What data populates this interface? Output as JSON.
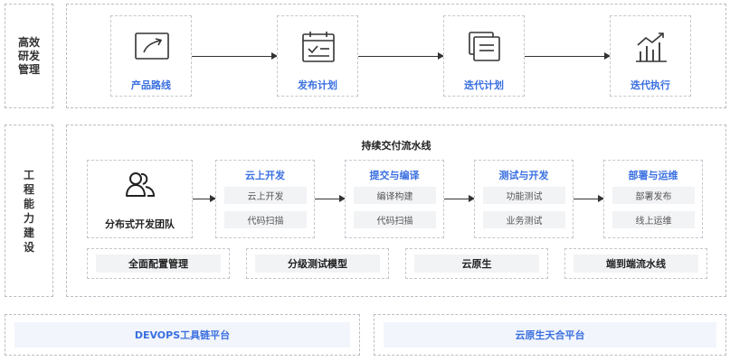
{
  "rows": {
    "efficient_dev": "高效研发管理",
    "engineering_capability": "工程能力建设"
  },
  "process": {
    "steps": [
      {
        "label": "产品路线",
        "icon": "trend-chart-icon"
      },
      {
        "label": "发布计划",
        "icon": "calendar-check-icon"
      },
      {
        "label": "迭代计划",
        "icon": "document-stack-icon"
      },
      {
        "label": "迭代执行",
        "icon": "bar-growth-icon"
      }
    ]
  },
  "pipeline": {
    "title": "持续交付流水线",
    "team": {
      "label": "分布式开发团队",
      "icon": "team-users-icon"
    },
    "stages": [
      {
        "title": "云上开发",
        "items": [
          "云上开发",
          "代码扫描"
        ]
      },
      {
        "title": "提交与编译",
        "items": [
          "编译构建",
          "代码扫描"
        ]
      },
      {
        "title": "测试与开发",
        "items": [
          "功能测试",
          "业务测试"
        ]
      },
      {
        "title": "部署与运维",
        "items": [
          "部署发布",
          "线上运维"
        ]
      }
    ],
    "capabilities": [
      "全面配置管理",
      "分级测试模型",
      "云原生",
      "端到端流水线"
    ]
  },
  "platforms": [
    "DEVOPS工具链平台",
    "云原生天合平台"
  ]
}
